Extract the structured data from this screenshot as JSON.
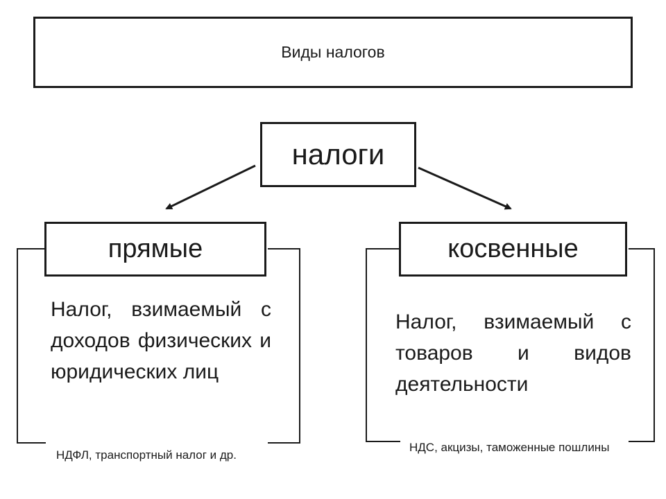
{
  "title": "Виды налогов",
  "root": "налоги",
  "branches": [
    {
      "label": "прямые",
      "definition": "Налог, взимаемый с доходов физических и юридических лиц",
      "examples": "НДФЛ, транспортный налог и др."
    },
    {
      "label": "косвенные",
      "definition": "Налог, взимаемый с товаров и видов деятельности",
      "examples": "НДС, акцизы, таможенные пошлины"
    }
  ]
}
